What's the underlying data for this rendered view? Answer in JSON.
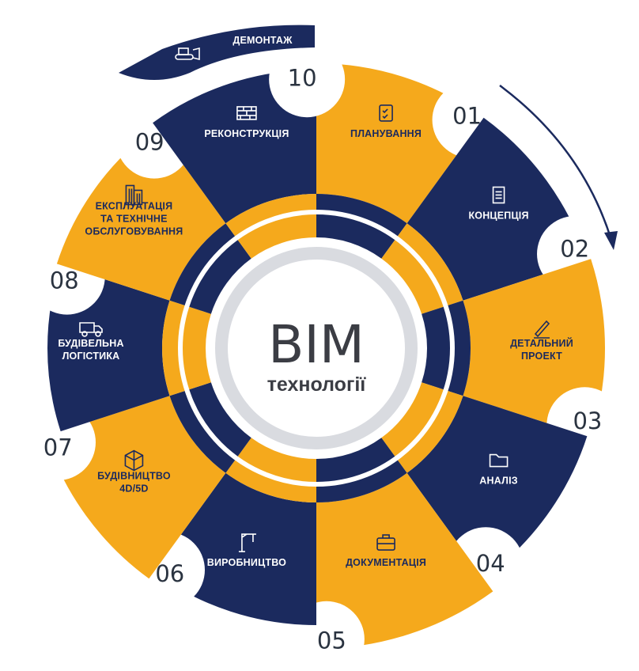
{
  "center": {
    "title": "BIM",
    "subtitle": "технології"
  },
  "colors": {
    "navy": "#1b2a5e",
    "orange": "#f5a91c",
    "ring": "#d9dbe0"
  },
  "segments": [
    {
      "number": "01",
      "lines": [
        "ПЛАНУВАННЯ"
      ],
      "color": "orange",
      "icon": "clipboard-checklist-icon"
    },
    {
      "number": "02",
      "lines": [
        "КОНЦЕПЦІЯ"
      ],
      "color": "navy",
      "icon": "document-icon"
    },
    {
      "number": "03",
      "lines": [
        "ДЕТАЛЬНИЙ",
        "ПРОЕКТ"
      ],
      "color": "orange",
      "icon": "pen-writing-icon"
    },
    {
      "number": "04",
      "lines": [
        "АНАЛІЗ"
      ],
      "color": "navy",
      "icon": "folder-icon"
    },
    {
      "number": "05",
      "lines": [
        "ДОКУМЕНТАЦІЯ"
      ],
      "color": "orange",
      "icon": "briefcase-icon"
    },
    {
      "number": "06",
      "lines": [
        "ВИРОБНИЦТВО"
      ],
      "color": "navy",
      "icon": "crane-icon"
    },
    {
      "number": "07",
      "lines": [
        "БУДІВНИЦТВО",
        "4D/5D"
      ],
      "color": "orange",
      "icon": "cube-icon"
    },
    {
      "number": "08",
      "lines": [
        "БУДІВЕЛЬНА",
        "ЛОГІСТИКА"
      ],
      "color": "navy",
      "icon": "truck-icon"
    },
    {
      "number": "09",
      "lines": [
        "ЕКСПЛУАТАЦІЯ",
        "ТА ТЕХНІЧНЕ",
        "ОБСЛУГОВУВАННЯ"
      ],
      "color": "orange",
      "icon": "building-icon"
    },
    {
      "number": "10",
      "lines": [
        "РЕКОНСТРУКЦІЯ"
      ],
      "color": "navy",
      "icon": "brick-wall-icon"
    }
  ],
  "top_tab": {
    "label": "ДЕМОНТАЖ",
    "icon": "bulldozer-icon"
  }
}
